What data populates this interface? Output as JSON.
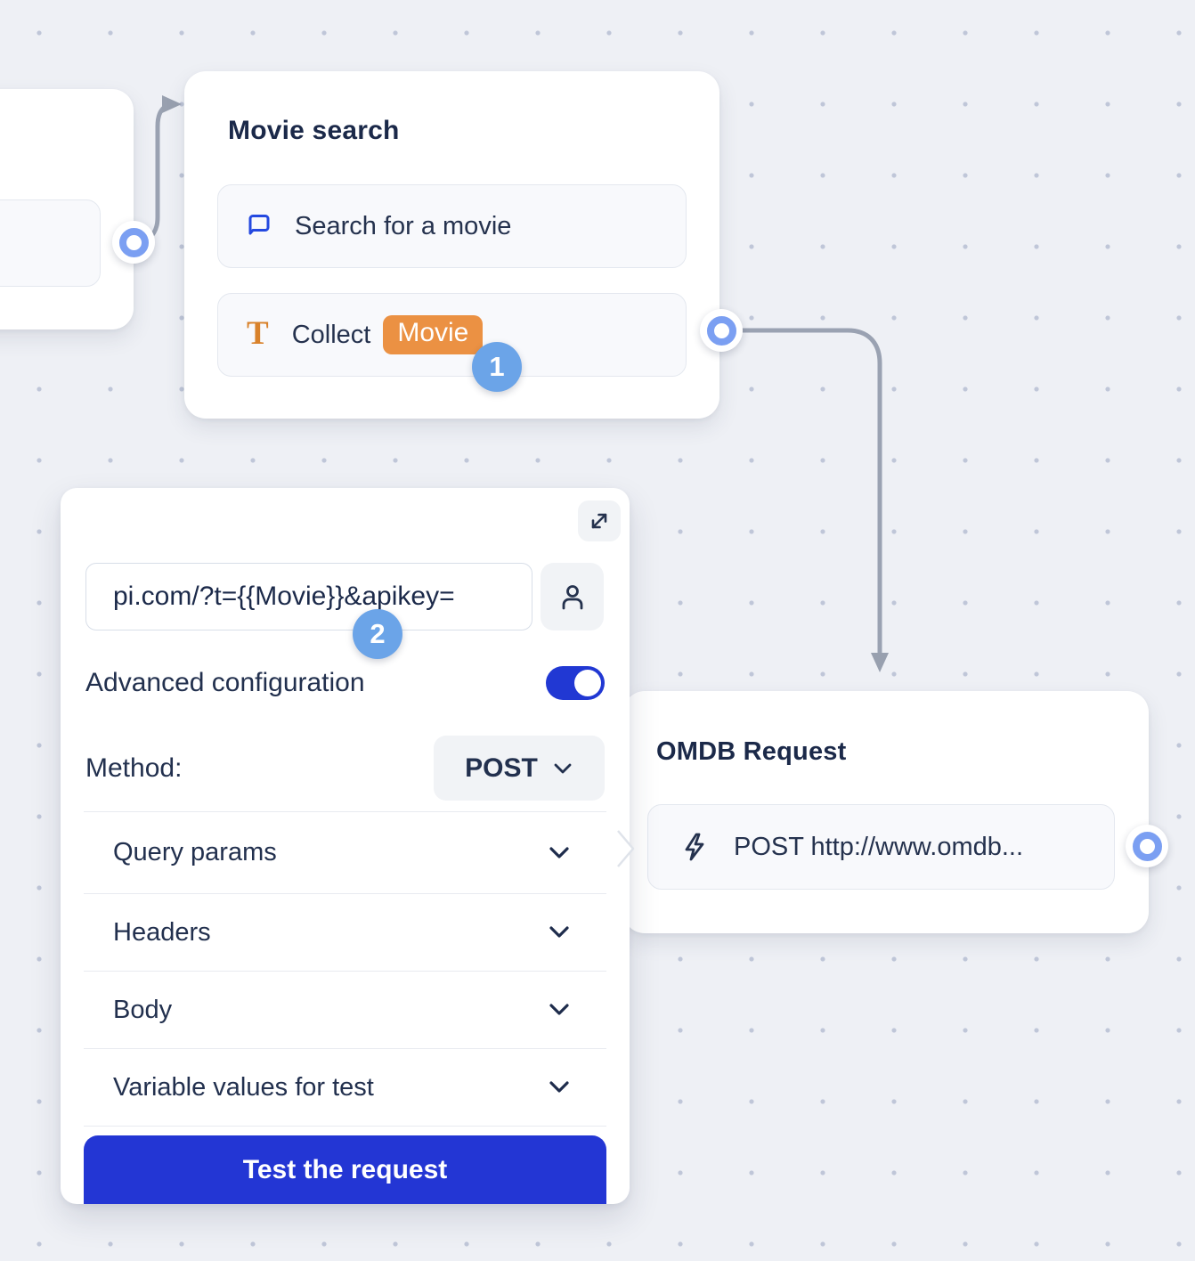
{
  "canvas": {
    "background": "#eef0f5",
    "dot_color": "#bfc6d8",
    "connector_color": "#9aa2b2"
  },
  "colors": {
    "primary_blue": "#2336d4",
    "toggle_blue": "#2138d3",
    "step_badge_blue": "#6ba4e8",
    "port_ring_blue": "#7b9ff2",
    "variable_badge_orange": "#eb9143",
    "text_icon_orange": "#d9822b",
    "chat_icon_blue": "#2449e0",
    "text_navy": "#1c2a4a"
  },
  "nodes": {
    "movie_search": {
      "title": "Movie search",
      "rows": [
        {
          "icon": "chat-bubble-icon",
          "label": "Search for a movie"
        },
        {
          "icon": "text-input-icon",
          "label": "Collect",
          "variable_badge": "Movie"
        }
      ]
    },
    "omdb_request": {
      "title": "OMDB Request",
      "row": {
        "icon": "lightning-icon",
        "label": "POST http://www.omdb..."
      }
    }
  },
  "step_badges": {
    "step1": "1",
    "step2": "2"
  },
  "panel": {
    "expand_icon": "expand-diagonal-icon",
    "url_value": "pi.com/?t={{Movie}}&apikey=",
    "person_icon": "person-icon",
    "advanced_label": "Advanced configuration",
    "advanced_toggle_state": "on",
    "method_label": "Method:",
    "method_value": "POST",
    "sections": [
      {
        "label": "Query params"
      },
      {
        "label": "Headers"
      },
      {
        "label": "Body"
      },
      {
        "label": "Variable values for test"
      }
    ],
    "test_button_label": "Test the request"
  }
}
